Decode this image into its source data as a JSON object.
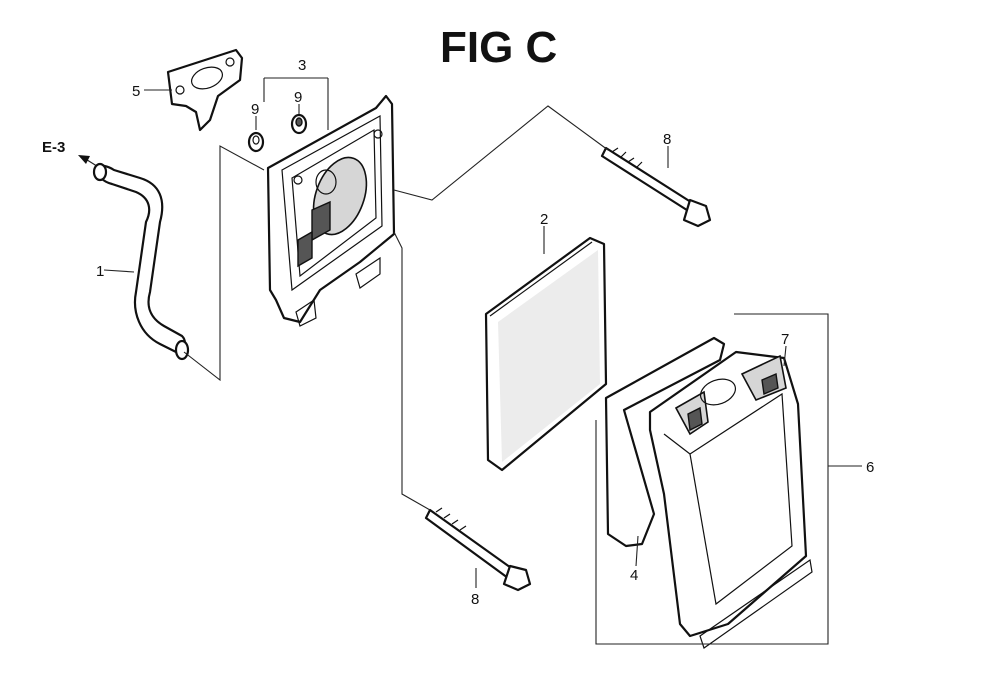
{
  "figure": {
    "title": "FIG C",
    "reference_label": "E-3"
  },
  "callouts": {
    "hose": "1",
    "filter_element": "2",
    "case_assembly": "3",
    "cover_seal": "4",
    "gasket": "5",
    "cover_assembly": "6",
    "grommet": "7",
    "bolt_upper": "8",
    "bolt_lower": "8",
    "grommet_left": "9",
    "grommet_right": "9"
  },
  "colors": {
    "line": "#111111",
    "background": "#ffffff",
    "shading": "#d6d6d6"
  }
}
